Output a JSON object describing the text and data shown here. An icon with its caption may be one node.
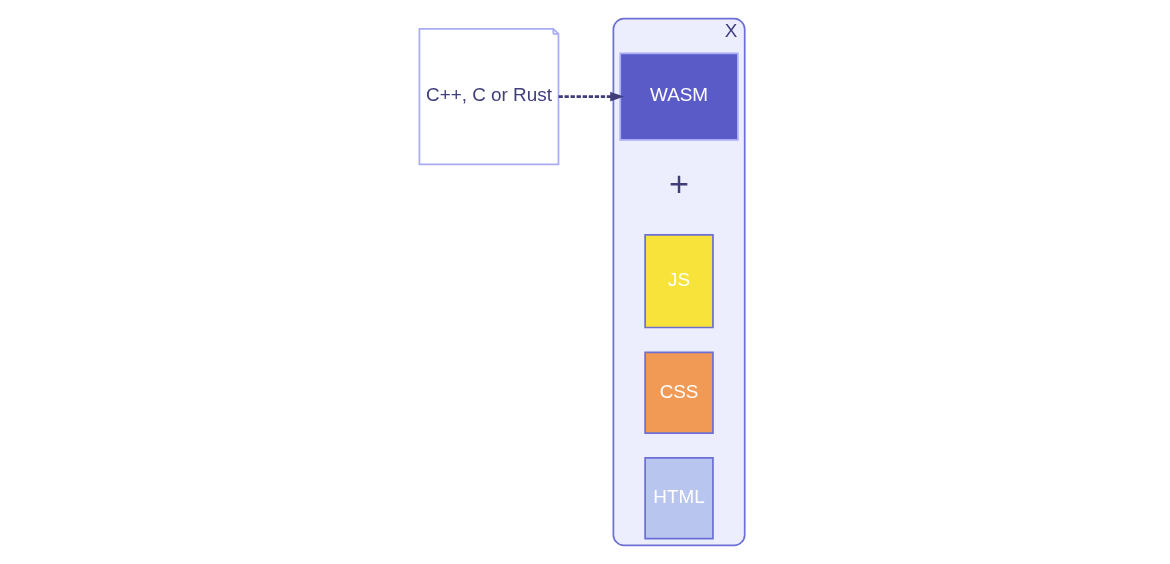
{
  "diagram": {
    "nodes": [
      {
        "text": [
          "C++, C or Rust"
        ]
      },
      {
        "text": [
          "X"
        ]
      },
      {
        "text": [
          "WASM"
        ],
        "in": 1
      },
      {
        "text": [
          "JS"
        ],
        "in": 1
      },
      {
        "text": [
          "CSS"
        ],
        "in": 1
      },
      {
        "text": [
          "HTML"
        ],
        "in": 1
      }
    ],
    "edges": [
      {
        "from": 0,
        "to": 2,
        "arrow": "to",
        "style": "dashed"
      }
    ],
    "labels": [
      "+"
    ]
  }
}
